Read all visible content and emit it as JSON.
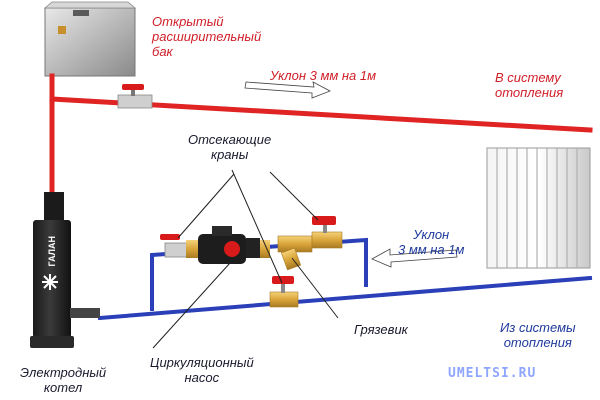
{
  "labels": {
    "tank": [
      "Открытый",
      "расширительный",
      "бак"
    ],
    "slope_top": "Уклон 3 мм на 1м",
    "to_system": [
      "В систему",
      "отопления"
    ],
    "valves": [
      "Отсекающие",
      "краны"
    ],
    "slope_bottom": [
      "Уклон",
      "3 мм на 1м"
    ],
    "mud_filter": "Грязевик",
    "pump": [
      "Циркуляционный",
      "насос"
    ],
    "from_system": [
      "Из системы",
      "отопления"
    ],
    "boiler": [
      "Электродный",
      "котел"
    ],
    "boiler_brand": "ГАЛАН",
    "watermark": "UMELTSI.RU"
  },
  "colors": {
    "supply_pipe": "#e02424",
    "return_pipe": "#2a3fb8",
    "label_red": "#d0202a",
    "label_blue": "#1f3a9c",
    "valve_handle": "#d91a1a",
    "brass": "#d9a53a"
  }
}
